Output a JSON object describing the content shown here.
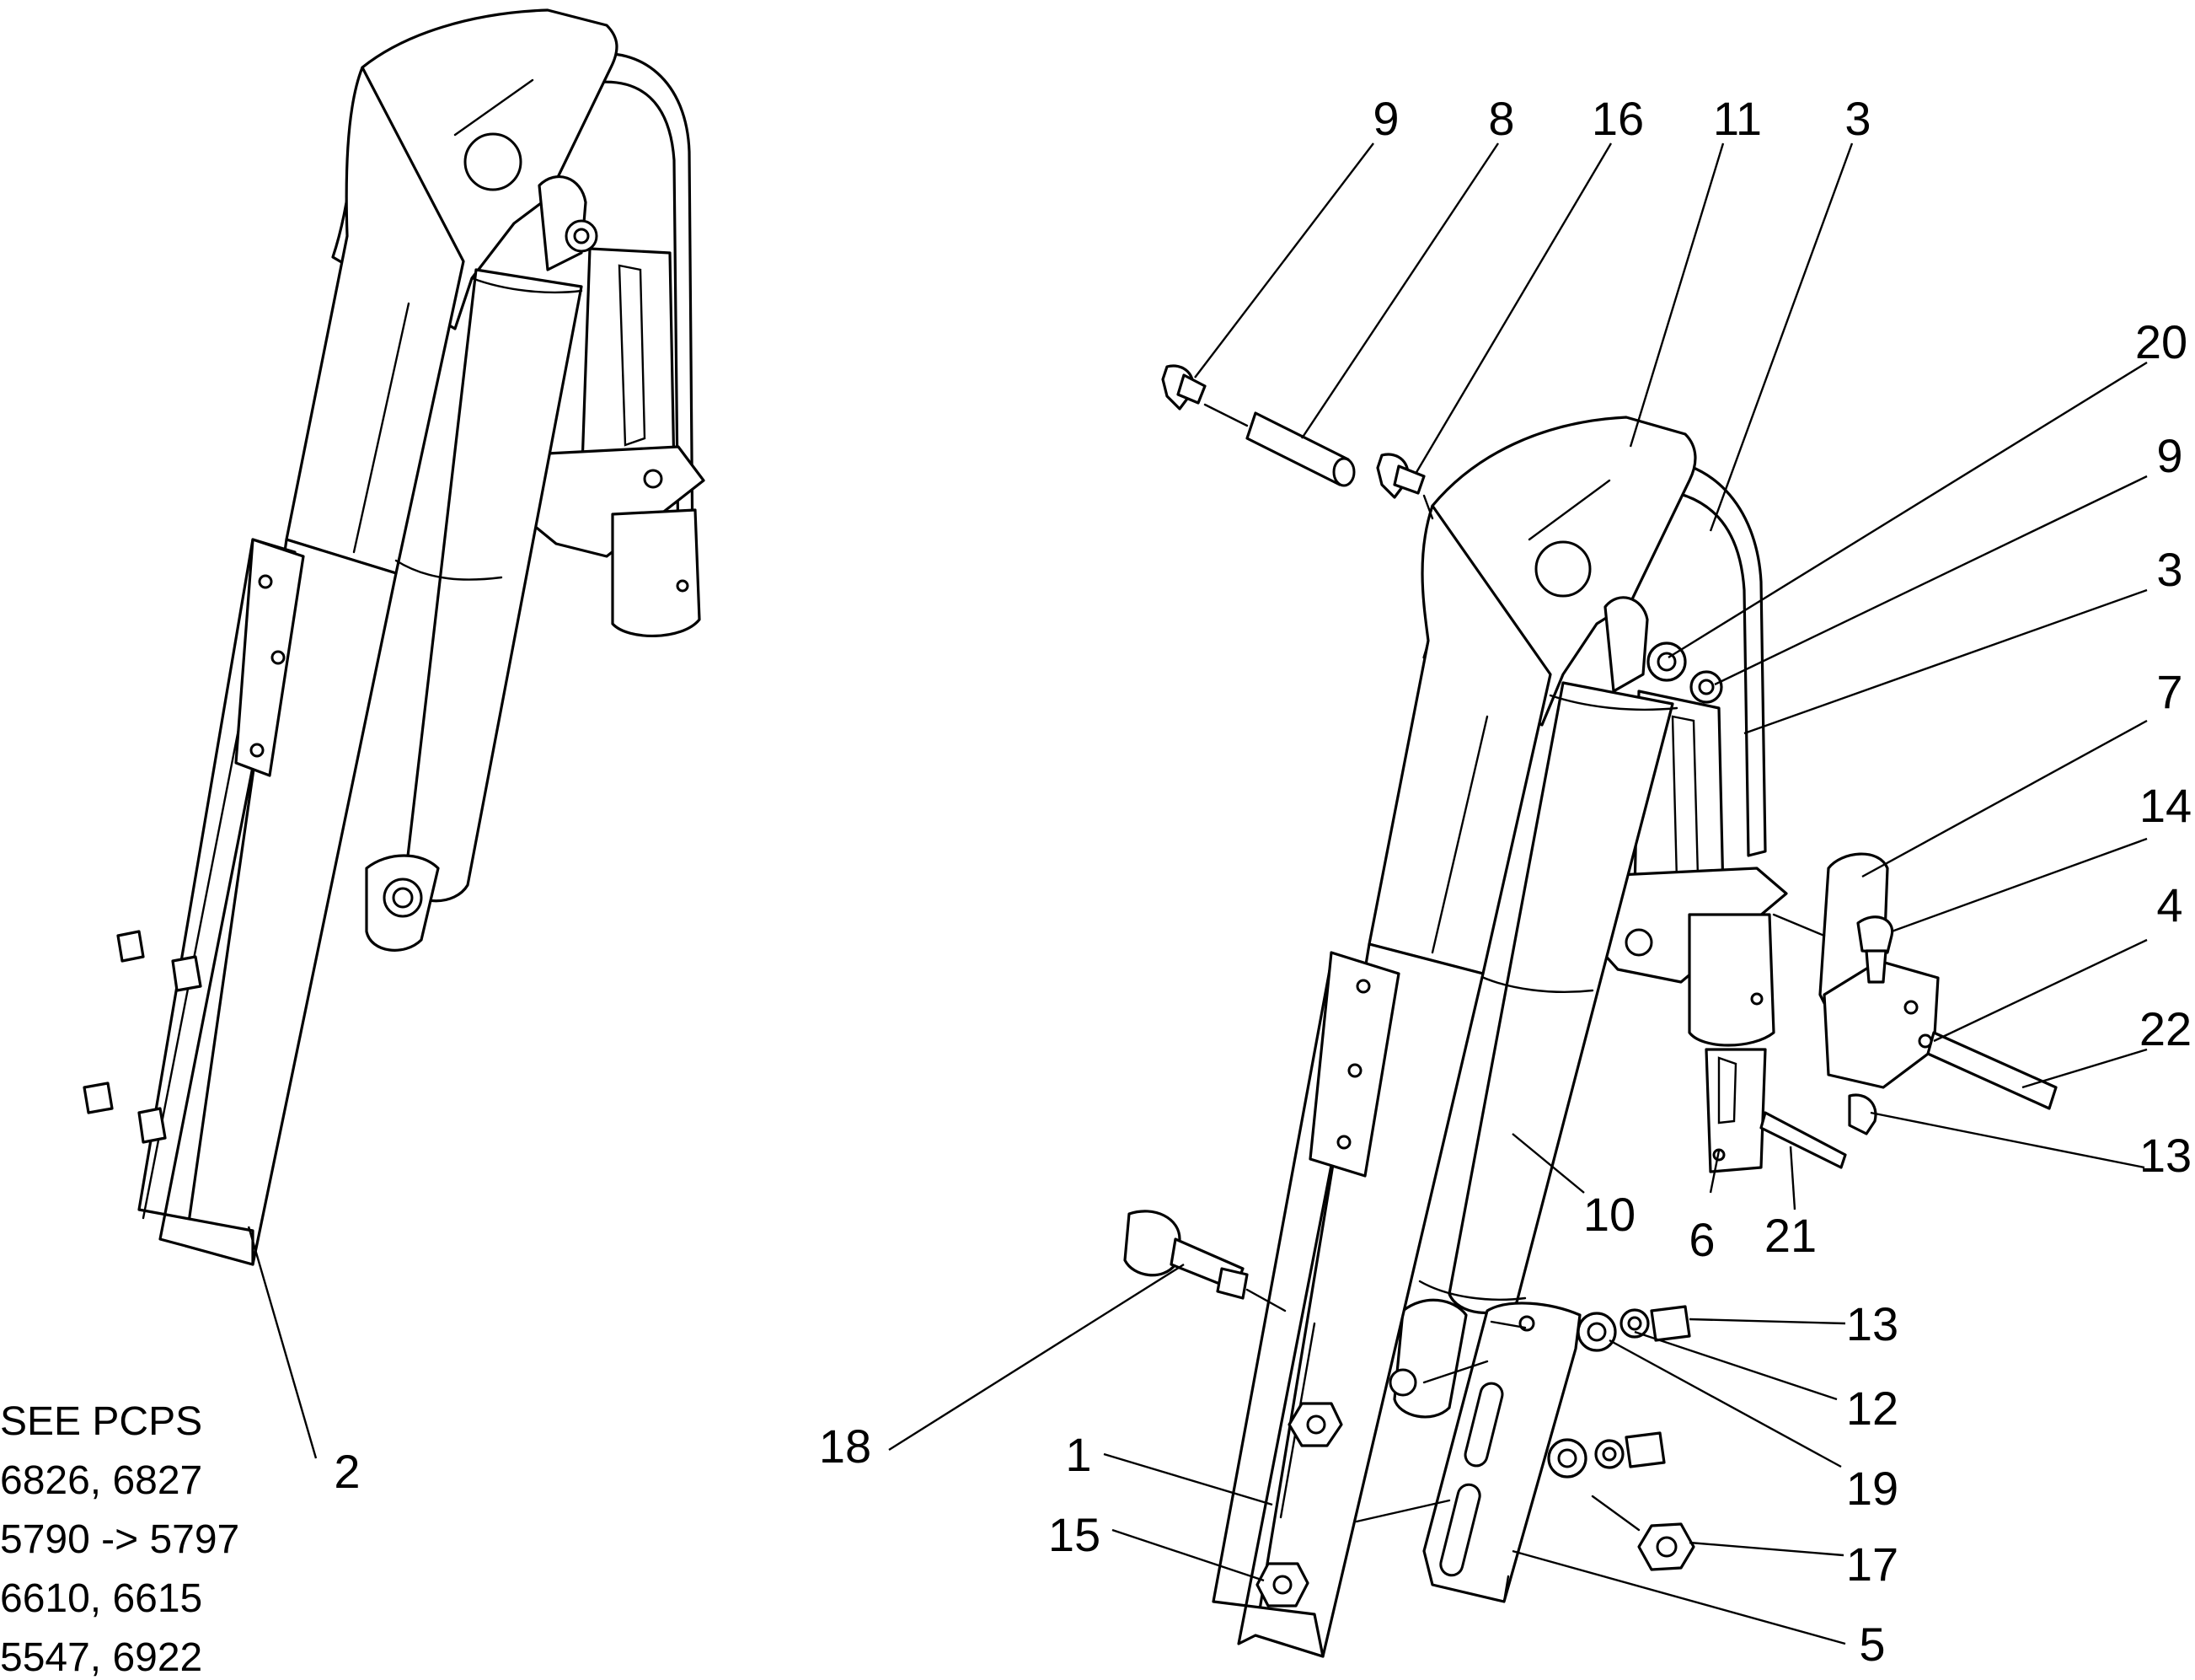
{
  "note": {
    "lines": [
      "SEE PCPS",
      "6826, 6827",
      "5790 -> 5797",
      "6610, 6615",
      "5547, 6922"
    ]
  },
  "callouts": {
    "c9a": "9",
    "c8": "8",
    "c16": "16",
    "c11": "11",
    "c3a": "3",
    "c20": "20",
    "c9b": "9",
    "c3b": "3",
    "c7": "7",
    "c14": "14",
    "c4": "4",
    "c22": "22",
    "c13a": "13",
    "c10": "10",
    "c6": "6",
    "c21": "21",
    "c13b": "13",
    "c12": "12",
    "c19": "19",
    "c17": "17",
    "c5": "5",
    "c18": "18",
    "c1": "1",
    "c15": "15",
    "c2": "2"
  },
  "colors": {
    "line": "#000000",
    "background": "#ffffff"
  }
}
